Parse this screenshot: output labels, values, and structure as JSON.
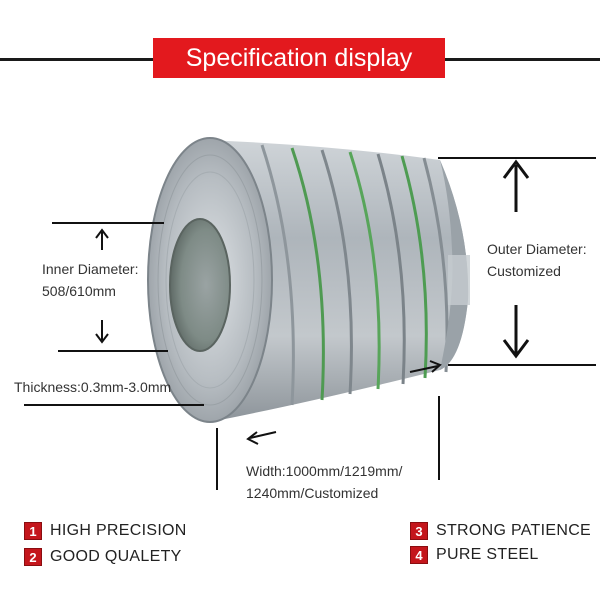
{
  "title": "Specification display",
  "inner_diameter": {
    "label": "Inner Diameter:",
    "value": "508/610mm"
  },
  "outer_diameter": {
    "label": "Outer Diameter:",
    "value": "Customized"
  },
  "thickness": {
    "label": "Thickness:0.3mm-3.0mm"
  },
  "width": {
    "line1": "Width:1000mm/1219mm/",
    "line2": "1240mm/Customized"
  },
  "features": [
    {
      "num": "1",
      "text": "HIGH PRECISION"
    },
    {
      "num": "2",
      "text": "GOOD QUALETY"
    },
    {
      "num": "3",
      "text": "STRONG PATIENCE"
    },
    {
      "num": "4",
      "text": "PURE STEEL"
    }
  ],
  "colors": {
    "banner": "#e3191e",
    "badge": "#c4161c",
    "steel": "#b9c0c6"
  }
}
